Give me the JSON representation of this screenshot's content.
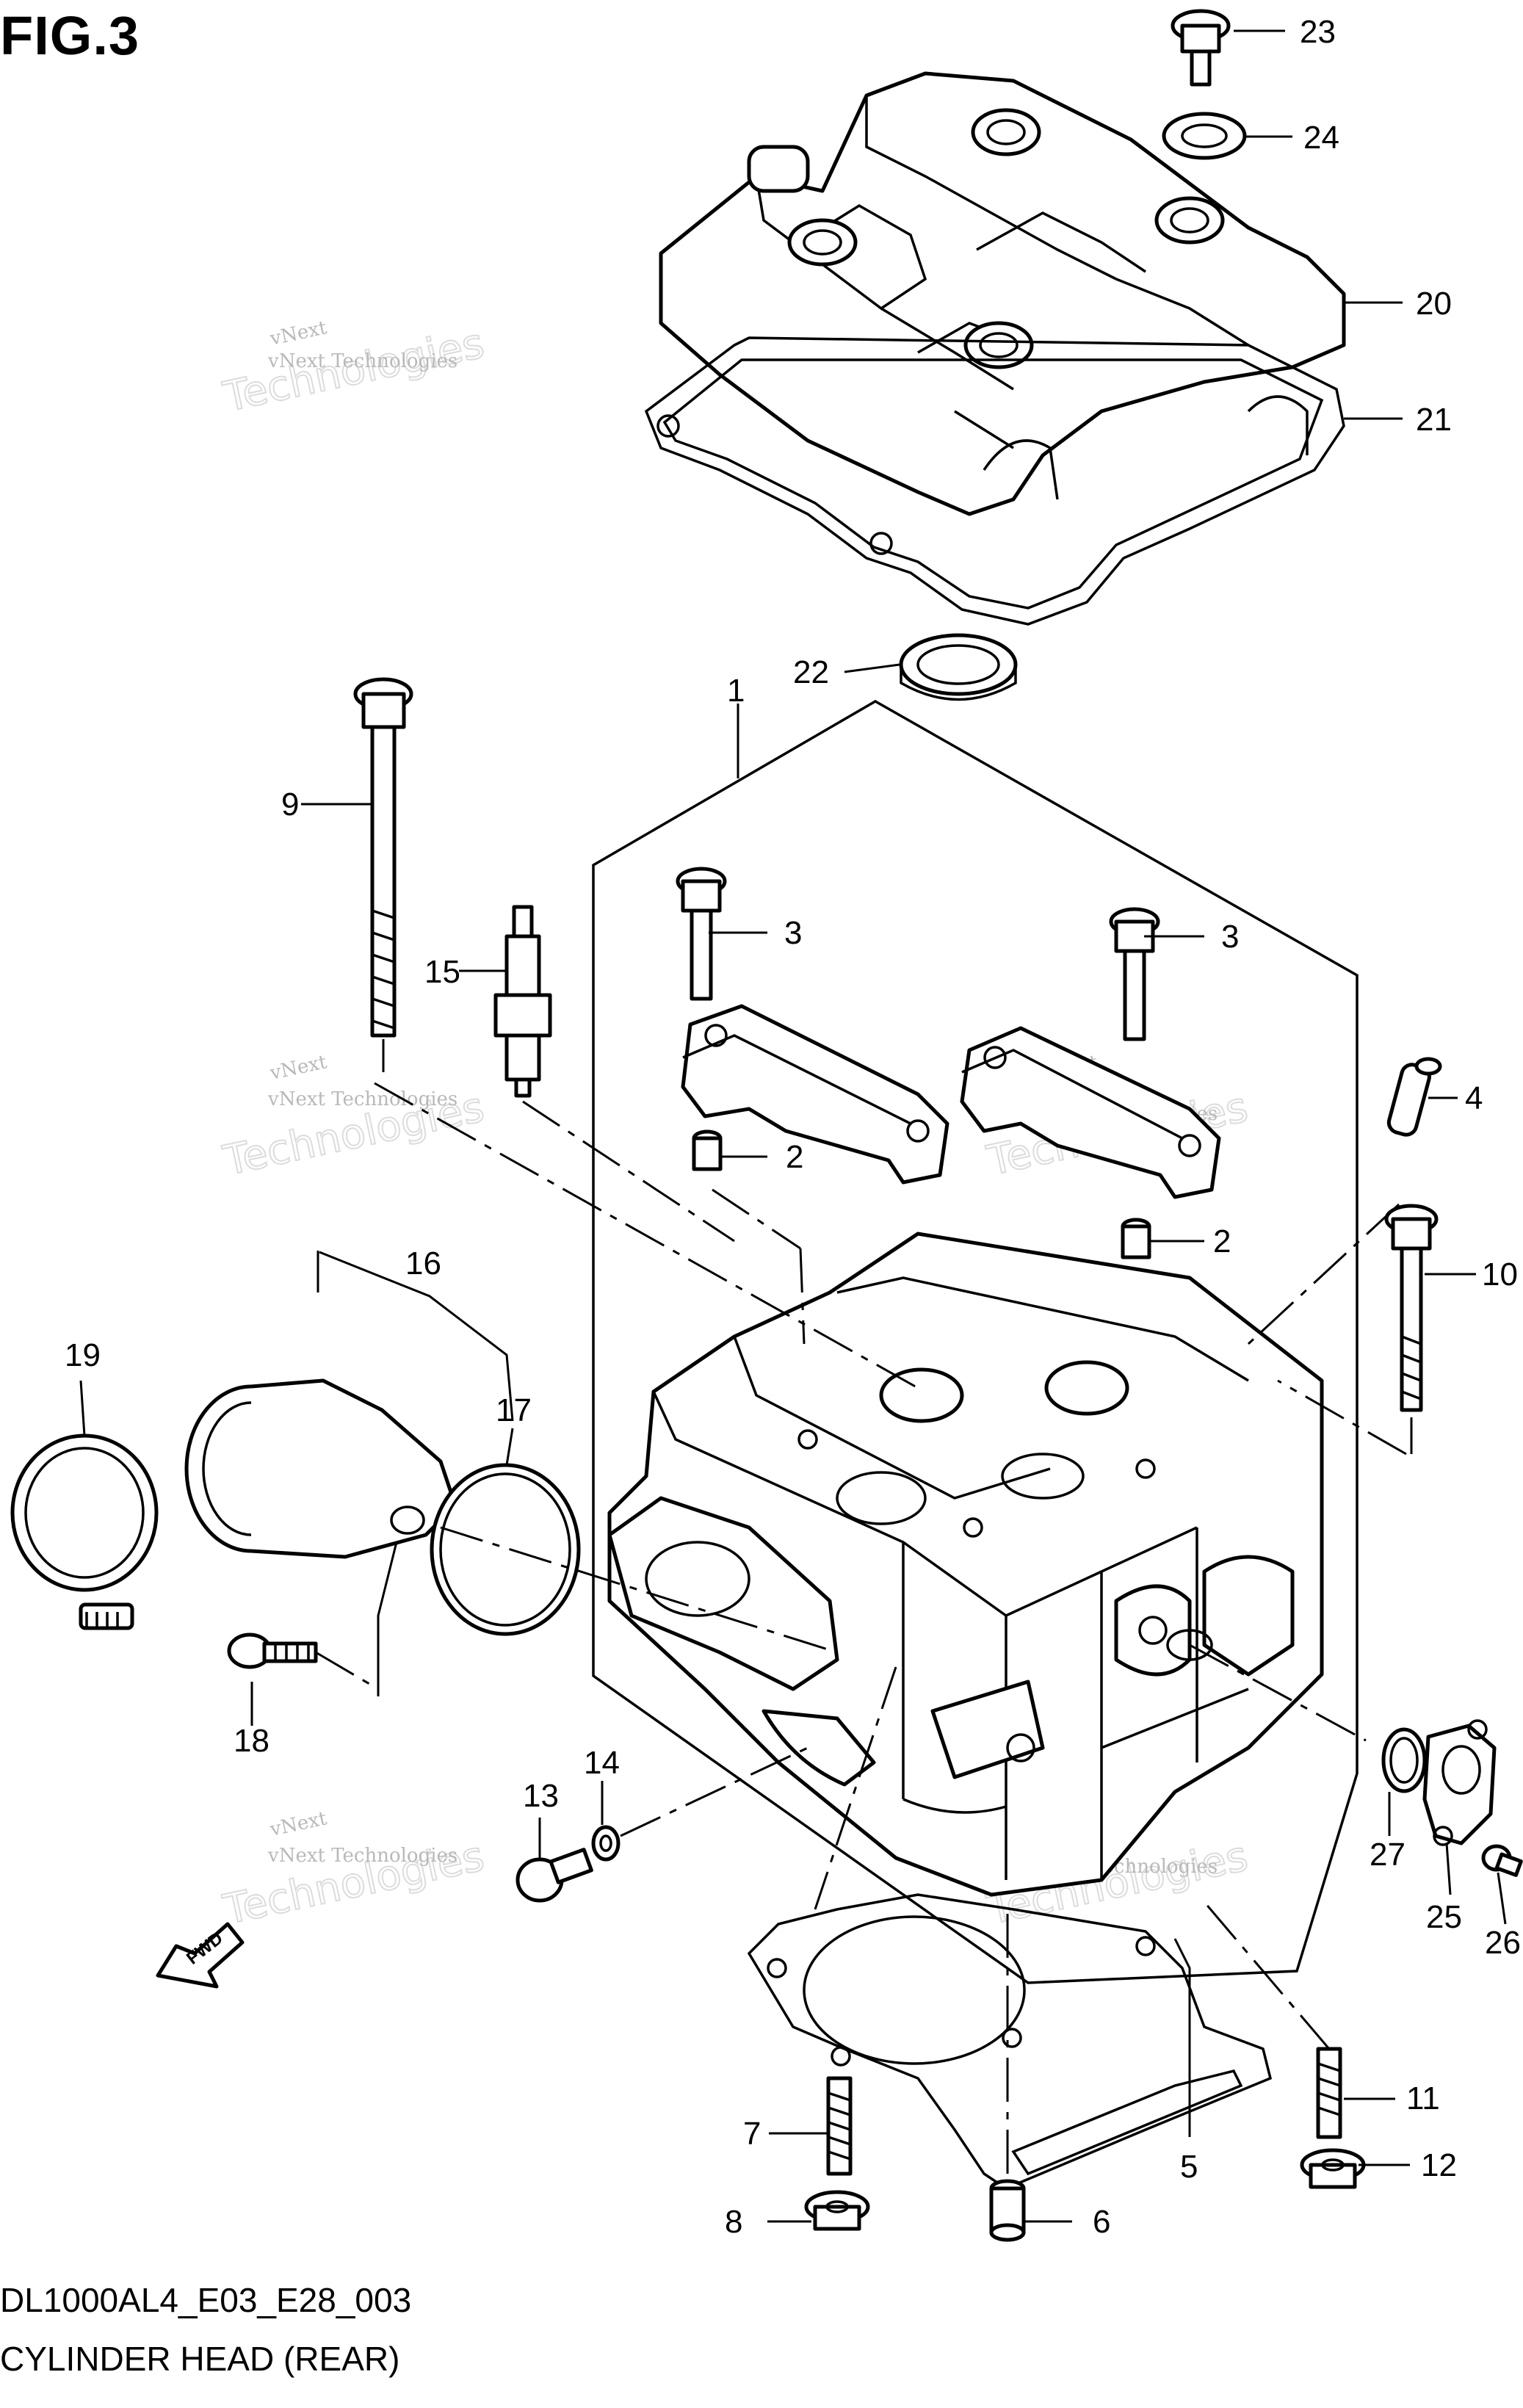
{
  "figure_title": "FIG.3",
  "footer": {
    "model_code": "DL1000AL4_E03_E28_003",
    "caption": "CYLINDER HEAD (REAR)"
  },
  "fwd_arrow_label": "FWD",
  "watermark": {
    "line1": "vNext",
    "line2": "vNext Technologies",
    "line3": "Technologies"
  },
  "callouts": [
    {
      "id": "c1",
      "label": "1"
    },
    {
      "id": "c2a",
      "label": "2"
    },
    {
      "id": "c2b",
      "label": "2"
    },
    {
      "id": "c3a",
      "label": "3"
    },
    {
      "id": "c3b",
      "label": "3"
    },
    {
      "id": "c4",
      "label": "4"
    },
    {
      "id": "c5",
      "label": "5"
    },
    {
      "id": "c6",
      "label": "6"
    },
    {
      "id": "c7",
      "label": "7"
    },
    {
      "id": "c8",
      "label": "8"
    },
    {
      "id": "c9",
      "label": "9"
    },
    {
      "id": "c10",
      "label": "10"
    },
    {
      "id": "c11",
      "label": "11"
    },
    {
      "id": "c12",
      "label": "12"
    },
    {
      "id": "c13",
      "label": "13"
    },
    {
      "id": "c14",
      "label": "14"
    },
    {
      "id": "c15",
      "label": "15"
    },
    {
      "id": "c16",
      "label": "16"
    },
    {
      "id": "c17",
      "label": "17"
    },
    {
      "id": "c18",
      "label": "18"
    },
    {
      "id": "c19",
      "label": "19"
    },
    {
      "id": "c20",
      "label": "20"
    },
    {
      "id": "c21",
      "label": "21"
    },
    {
      "id": "c22",
      "label": "22"
    },
    {
      "id": "c23",
      "label": "23"
    },
    {
      "id": "c24",
      "label": "24"
    },
    {
      "id": "c25",
      "label": "25"
    },
    {
      "id": "c26",
      "label": "26"
    },
    {
      "id": "c27",
      "label": "27"
    }
  ]
}
